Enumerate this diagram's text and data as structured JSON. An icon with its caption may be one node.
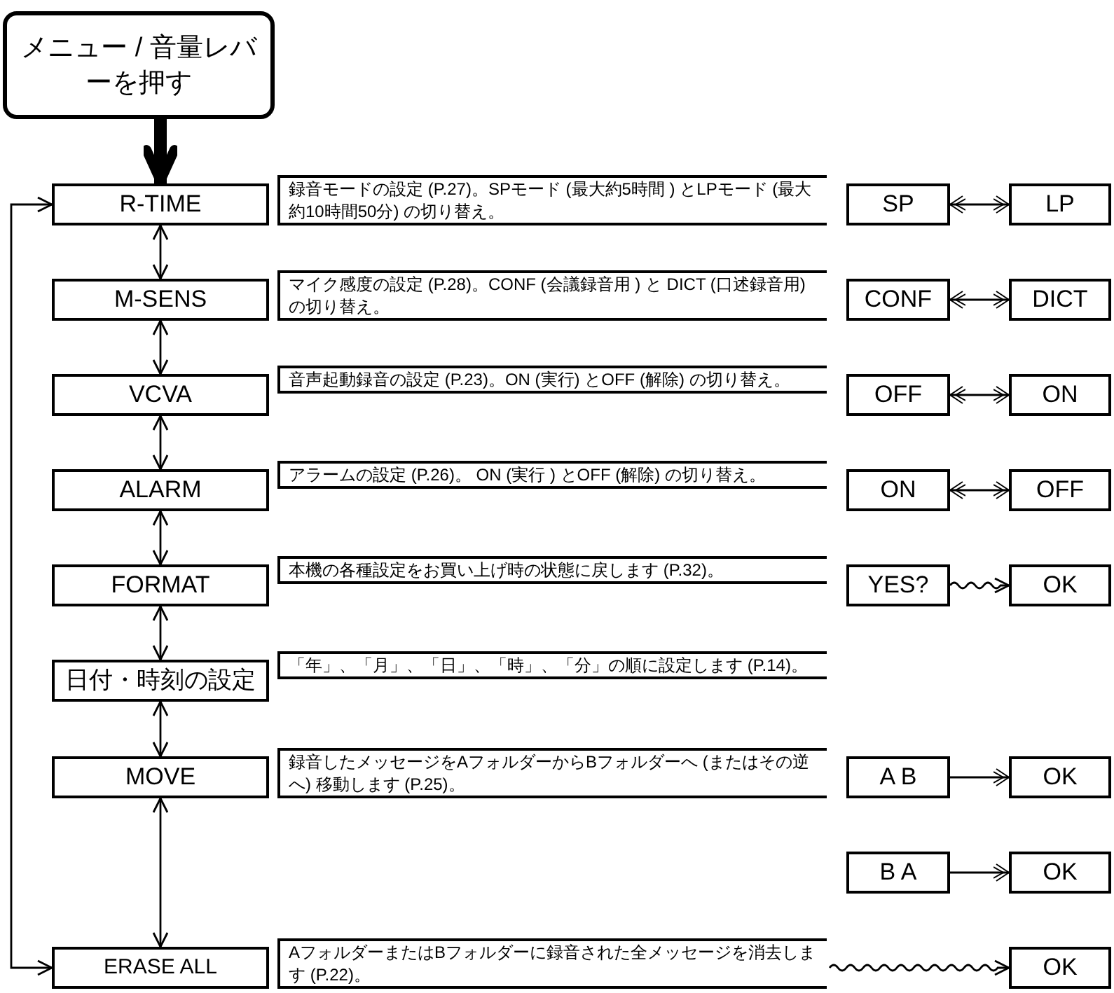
{
  "diagram": {
    "nodes": [
      {
        "text": [
          "メニュー / 音量レバーを押す"
        ]
      },
      {
        "text": [
          "R-TIME"
        ],
        "beside": [
          "録音モードの設定 (P.27)。SPモード (最大約5時間 ) とLPモード (最大約10時間50分) の切り替え。"
        ]
      },
      {
        "text": [
          "M-SENS"
        ],
        "beside": [
          "マイク感度の設定 (P.28)。CONF (会議録音用 ) と DICT (口述録音用) の切り替え。"
        ]
      },
      {
        "text": [
          "VCVA"
        ],
        "beside": [
          "音声起動録音の設定 (P.23)。ON (実行) とOFF (解除) の切り替え。"
        ]
      },
      {
        "text": [
          "ALARM"
        ],
        "beside": [
          "アラームの設定 (P.26)。 ON (実行 ) とOFF (解除) の切り替え。"
        ]
      },
      {
        "text": [
          "FORMAT"
        ],
        "beside": [
          "本機の各種設定をお買い上げ時の状態に戻します (P.32)。"
        ]
      },
      {
        "text": [
          "日付・時刻の設定"
        ],
        "beside": [
          "「年」、「月」、「日」、「時」、「分」の順に設定します (P.14)。"
        ]
      },
      {
        "text": [
          "MOVE"
        ],
        "beside": [
          "録音したメッセージをAフォルダーからBフォルダーへ (またはその逆へ) 移動します (P.25)。"
        ]
      },
      {
        "text": [
          "ERASE ALL"
        ],
        "beside": [
          "AフォルダーまたはBフォルダーに録音された全メッセージを消去します (P.22)。"
        ]
      },
      {
        "text": [
          "SP"
        ]
      },
      {
        "text": [
          "LP"
        ]
      },
      {
        "text": [
          "CONF"
        ]
      },
      {
        "text": [
          "DICT"
        ]
      },
      {
        "text": [
          "OFF"
        ]
      },
      {
        "text": [
          "ON"
        ]
      },
      {
        "text": [
          "ON"
        ]
      },
      {
        "text": [
          "OFF"
        ]
      },
      {
        "text": [
          "YES?"
        ]
      },
      {
        "text": [
          "OK"
        ]
      },
      {
        "text": [
          "A B"
        ]
      },
      {
        "text": [
          "OK"
        ]
      },
      {
        "text": [
          "B A"
        ]
      },
      {
        "text": [
          "OK"
        ]
      },
      {
        "text": [
          "OK"
        ]
      }
    ],
    "edges": [
      {
        "from": 0,
        "to": 1,
        "arrow": "to",
        "style": "thick"
      },
      {
        "from": 1,
        "to": 2,
        "arrow": "both"
      },
      {
        "from": 2,
        "to": 3,
        "arrow": "both"
      },
      {
        "from": 3,
        "to": 4,
        "arrow": "both"
      },
      {
        "from": 4,
        "to": 5,
        "arrow": "both"
      },
      {
        "from": 5,
        "to": 6,
        "arrow": "both"
      },
      {
        "from": 6,
        "to": 7,
        "arrow": "both"
      },
      {
        "from": 7,
        "to": 8,
        "arrow": "both"
      },
      {
        "from": 8,
        "to": 1,
        "arrow": "both"
      },
      {
        "from": 9,
        "to": 10,
        "arrow": "both"
      },
      {
        "from": 11,
        "to": 12,
        "arrow": "both"
      },
      {
        "from": 13,
        "to": 14,
        "arrow": "both"
      },
      {
        "from": 15,
        "to": 16,
        "arrow": "both"
      },
      {
        "from": 17,
        "to": 18,
        "arrow": "to"
      },
      {
        "from": 19,
        "to": 20,
        "arrow": "to"
      },
      {
        "from": 21,
        "to": 22,
        "arrow": "to"
      },
      {
        "from": null,
        "to": 23,
        "arrow": "to"
      }
    ]
  }
}
